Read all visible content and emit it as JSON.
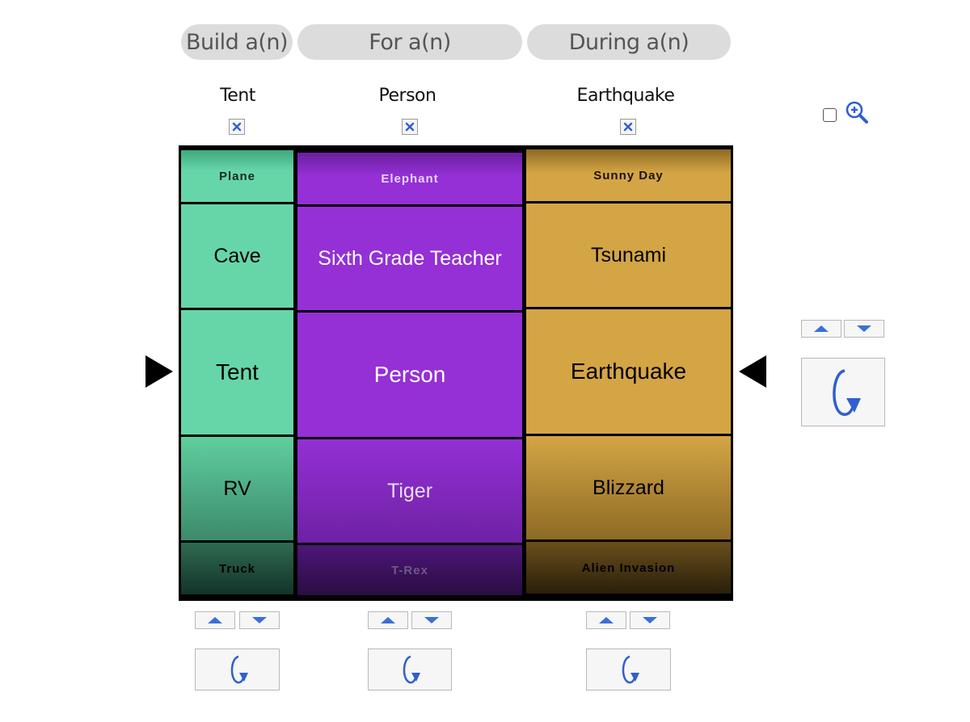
{
  "headers": [
    {
      "label": "Build a(n)"
    },
    {
      "label": "For a(n)"
    },
    {
      "label": "During a(n)"
    }
  ],
  "selections": [
    {
      "value": "Tent"
    },
    {
      "value": "Person"
    },
    {
      "value": "Earthquake"
    }
  ],
  "reels": [
    {
      "color": "#66d6a8",
      "items": [
        "Plane",
        "Cave",
        "Tent",
        "RV",
        "Truck"
      ]
    },
    {
      "color": "#9430d5",
      "items": [
        "Elephant",
        "Sixth Grade Teacher",
        "Person",
        "Tiger",
        "T-Rex"
      ]
    },
    {
      "color": "#d4a545",
      "items": [
        "Sunny Day",
        "Tsunami",
        "Earthquake",
        "Blizzard",
        "Alien Invasion"
      ]
    }
  ],
  "icons": {
    "lock": "x-close-icon",
    "zoom": "zoom-in-icon",
    "spin": "spin-arrow-icon",
    "up": "triangle-up-icon",
    "down": "triangle-down-icon",
    "pointer_left": "pointer-right-icon",
    "pointer_right": "pointer-left-icon"
  },
  "zoom_checkbox": {
    "checked": false
  }
}
